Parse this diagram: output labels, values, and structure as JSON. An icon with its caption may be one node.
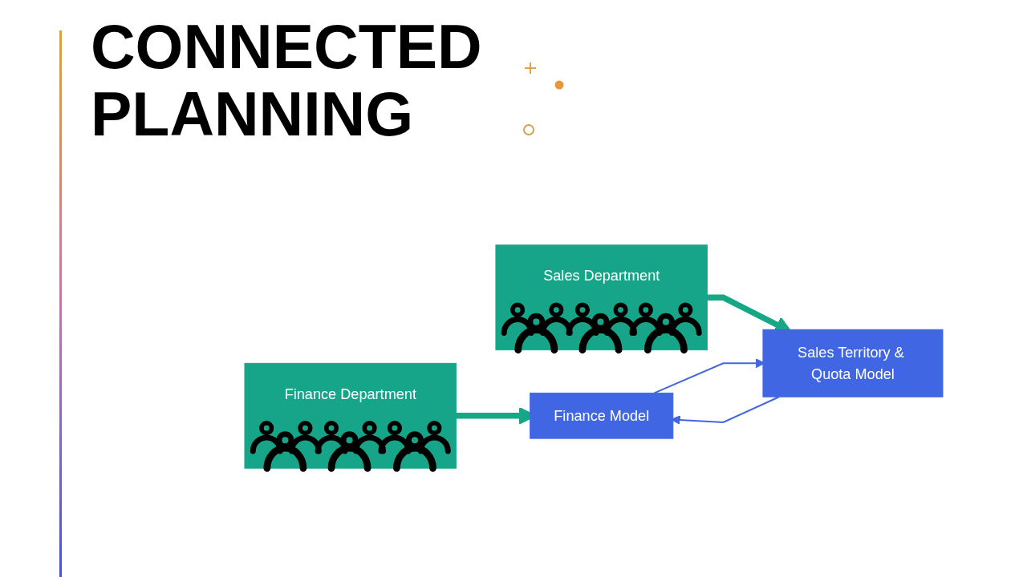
{
  "diagram": {
    "title": "CONNECTED PLANNING",
    "nodes": [
      {
        "text": [
          "Finance Department"
        ]
      },
      {
        "text": [
          "Finance Model"
        ]
      },
      {
        "text": [
          "Sales Department"
        ]
      },
      {
        "text": [
          "Sales Territory & Quota Model"
        ]
      }
    ],
    "edges": [
      {
        "from": 0,
        "to": 1,
        "arrow": "to",
        "style": "thick",
        "color": "#16a886"
      },
      {
        "from": 2,
        "to": 3,
        "arrow": "to",
        "style": "thick",
        "color": "#16a886"
      },
      {
        "from": 3,
        "to": 1,
        "arrow": "to",
        "color": "#4166e0"
      },
      {
        "from": 1,
        "to": 3,
        "arrow": "to",
        "color": "#4166e0"
      }
    ]
  }
}
